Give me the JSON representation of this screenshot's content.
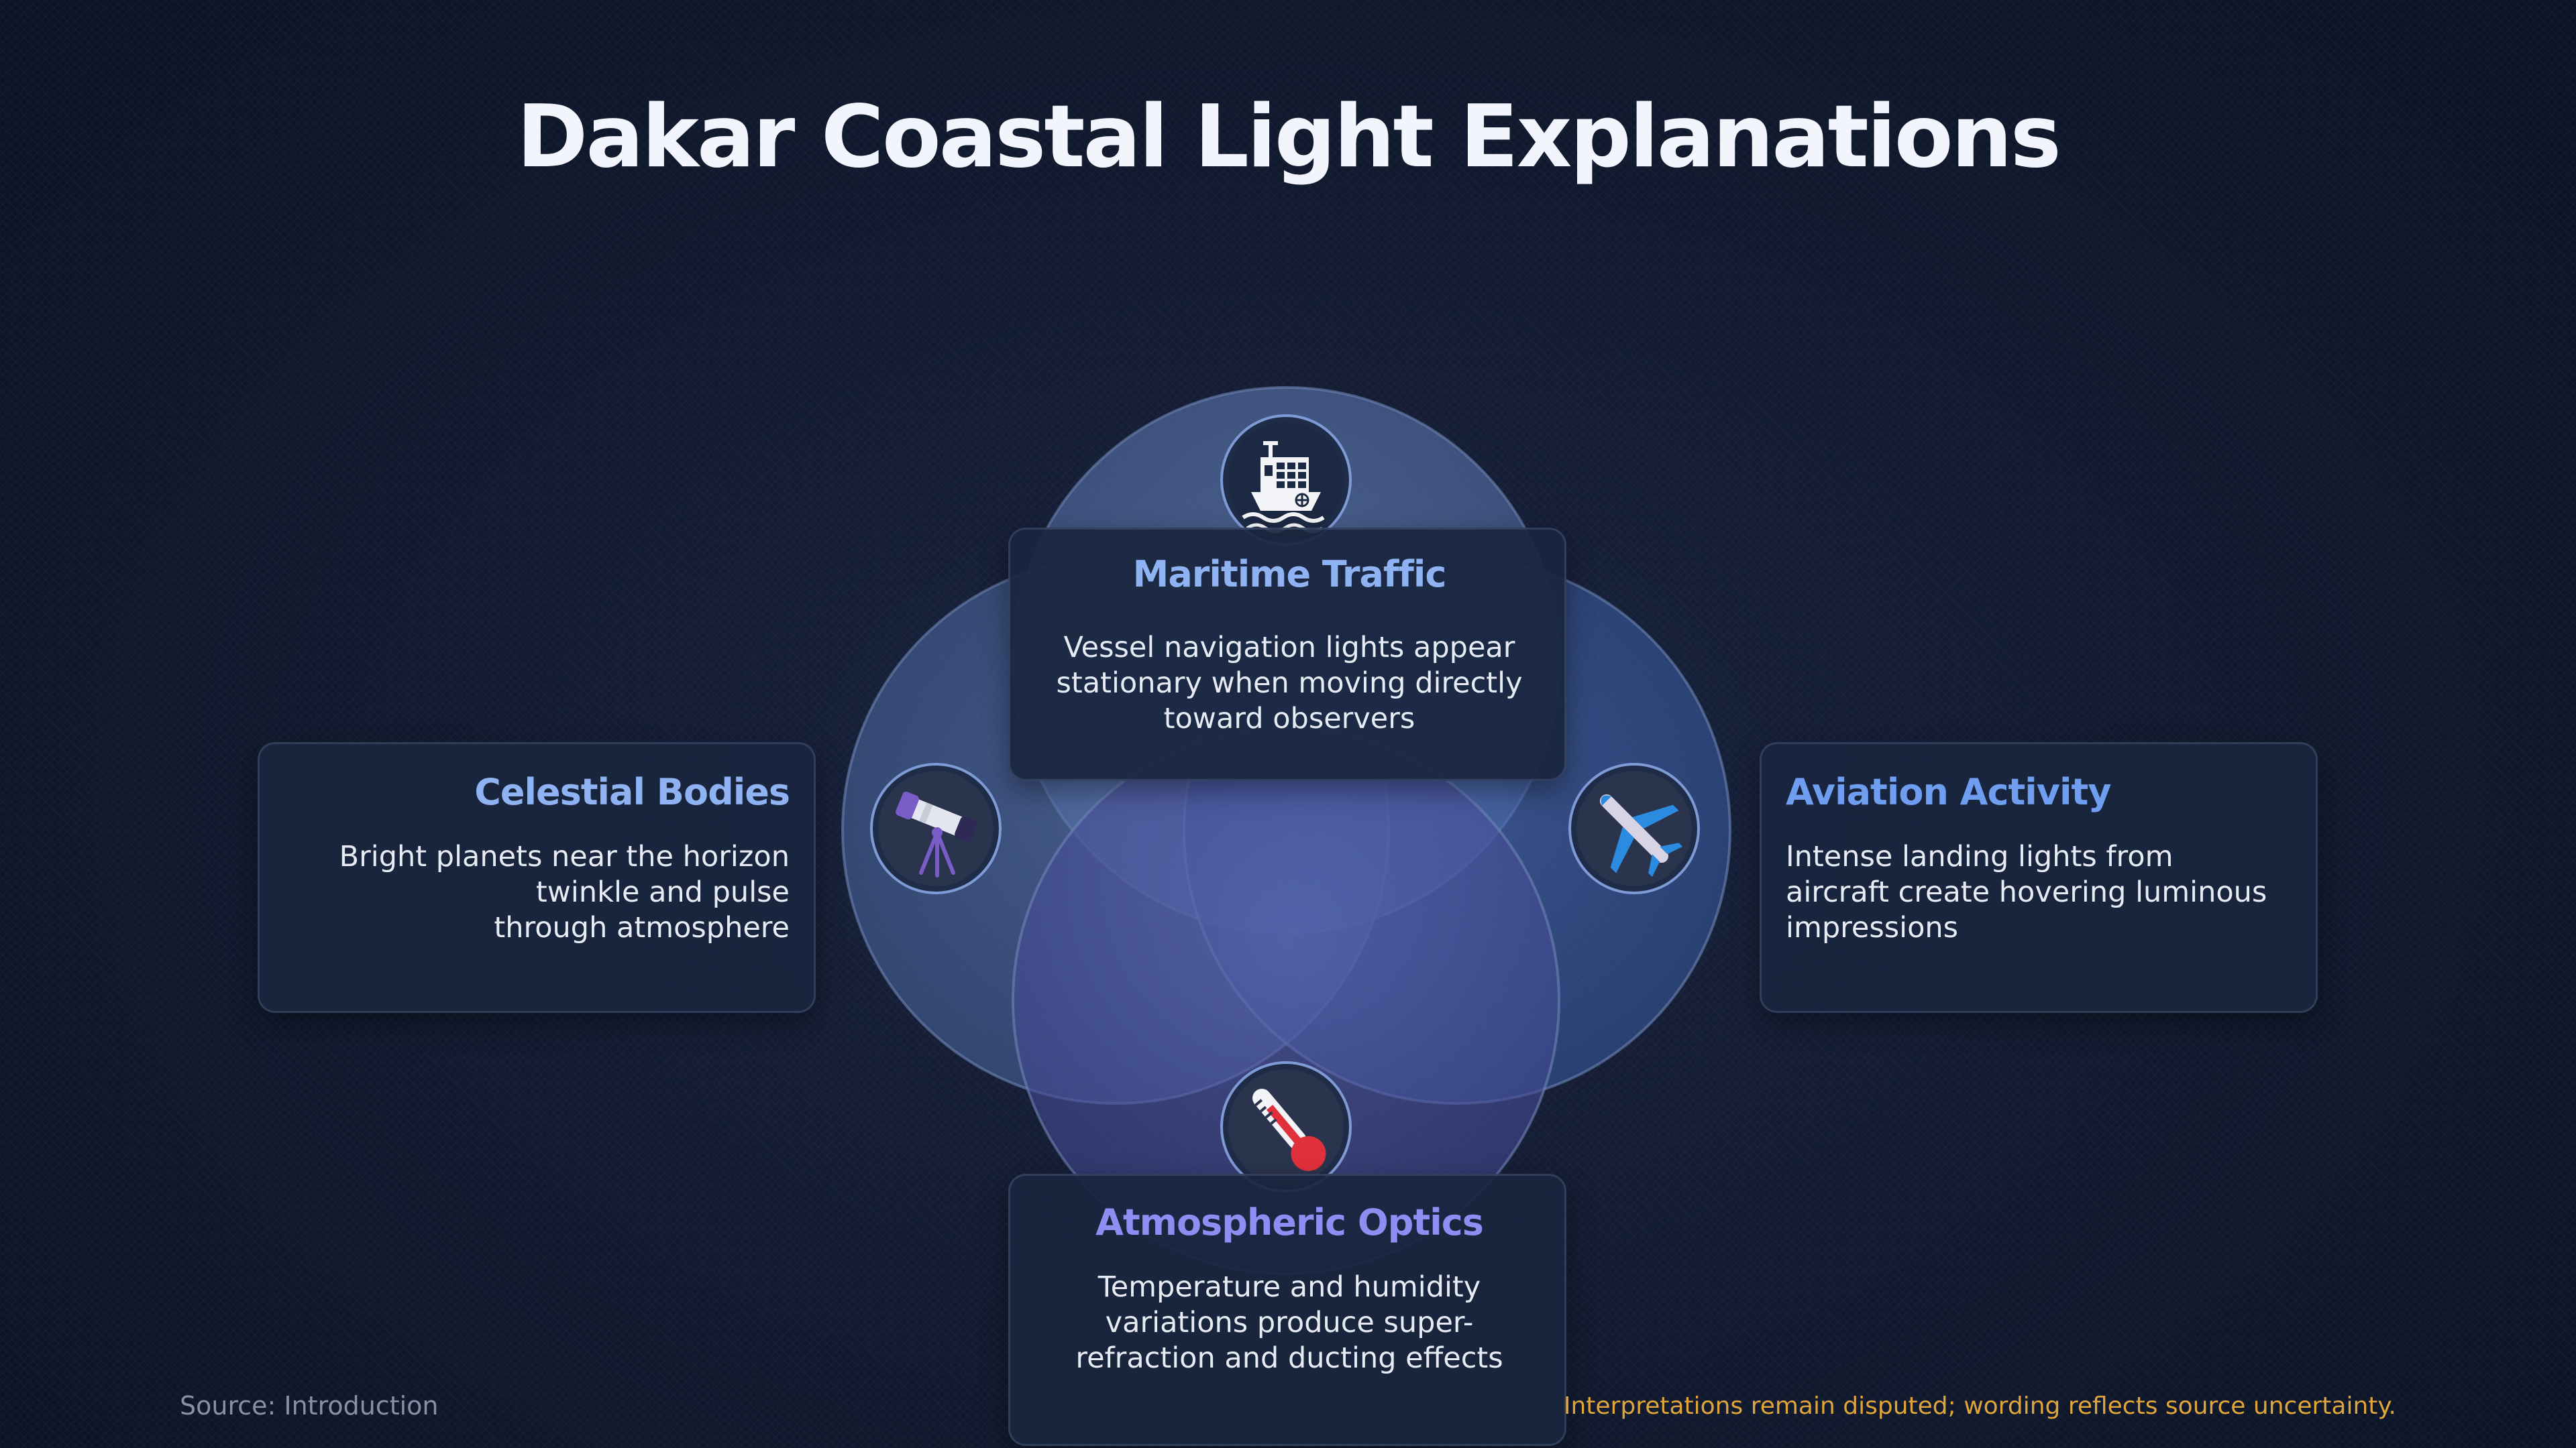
{
  "title": "Dakar Coastal Light Explanations",
  "colors": {
    "background": "#111a2f",
    "title": "#f2f5fb",
    "accent_blue": "#8fb3f2",
    "accent_violet": "#8c8ef2",
    "disclaimer": "#e0a53a"
  },
  "categories": [
    {
      "key": "maritime",
      "icon": "cargo-ship-icon",
      "title": "Maritime Traffic",
      "description": "Vessel navigation lights appear\nstationary when moving directly\ntoward observers"
    },
    {
      "key": "celestial",
      "icon": "telescope-icon",
      "title": "Celestial Bodies",
      "description": "Bright planets near the horizon\ntwinkle and pulse\nthrough atmosphere"
    },
    {
      "key": "aviation",
      "icon": "airplane-icon",
      "title": "Aviation Activity",
      "description": "Intense landing lights from\naircraft create hovering luminous\nimpressions"
    },
    {
      "key": "atmospheric",
      "icon": "thermometer-icon",
      "title": "Atmospheric Optics",
      "description": "Temperature and humidity\nvariations produce super-\nrefraction and ducting effects"
    }
  ],
  "footer": {
    "source": "Source: Introduction",
    "disclaimer": "Interpretations remain disputed; wording reflects source uncertainty."
  }
}
